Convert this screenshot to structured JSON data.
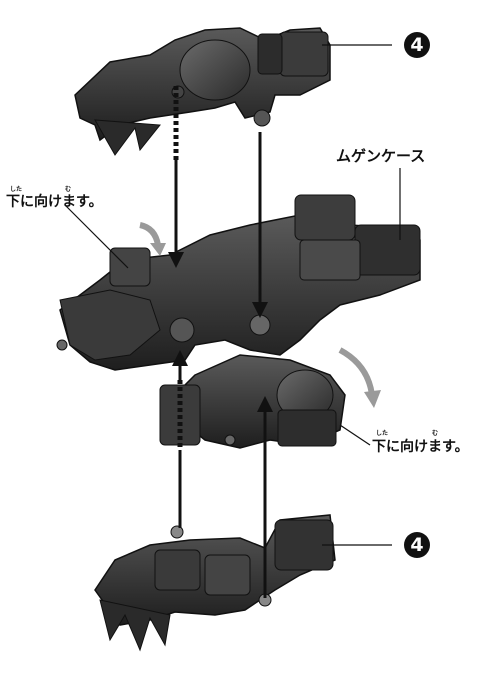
{
  "labels": {
    "mugen_case": "ムゲンケース",
    "face_down_left": "下に向けます。",
    "face_down_right": "下に向けます。",
    "ruby_shita": "した",
    "ruby_mu": "む"
  },
  "step_badges": {
    "top": "4",
    "bottom": "4"
  },
  "colors": {
    "ink": "#111111",
    "arrow_gray": "#9a9a9a",
    "part_dark": "#2a2a2a",
    "part_mid": "#4a4a4a"
  }
}
